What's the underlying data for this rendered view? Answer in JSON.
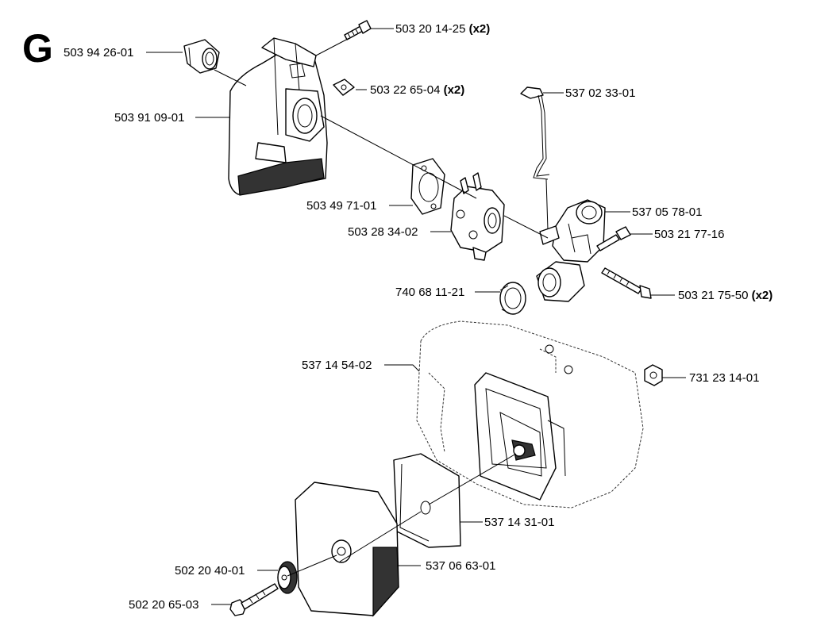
{
  "section_letter": "G",
  "labels": [
    {
      "id": "l1",
      "part_no": "503 94 26-01",
      "qty": ""
    },
    {
      "id": "l2",
      "part_no": "503 20 14-25",
      "qty": "(x2)"
    },
    {
      "id": "l3",
      "part_no": "503 22 65-04",
      "qty": "(x2)"
    },
    {
      "id": "l4",
      "part_no": "503 91 09-01",
      "qty": ""
    },
    {
      "id": "l5",
      "part_no": "537 02 33-01",
      "qty": ""
    },
    {
      "id": "l6",
      "part_no": "503 49 71-01",
      "qty": ""
    },
    {
      "id": "l7",
      "part_no": "537 05 78-01",
      "qty": ""
    },
    {
      "id": "l8",
      "part_no": "503 28 34-02",
      "qty": ""
    },
    {
      "id": "l9",
      "part_no": "503 21 77-16",
      "qty": ""
    },
    {
      "id": "l10",
      "part_no": "740 68 11-21",
      "qty": ""
    },
    {
      "id": "l11",
      "part_no": "503 21 75-50",
      "qty": "(x2)"
    },
    {
      "id": "l12",
      "part_no": "537 14 54-02",
      "qty": ""
    },
    {
      "id": "l13",
      "part_no": "731 23 14-01",
      "qty": ""
    },
    {
      "id": "l14",
      "part_no": "537 14 31-01",
      "qty": ""
    },
    {
      "id": "l15",
      "part_no": "502 20 40-01",
      "qty": ""
    },
    {
      "id": "l16",
      "part_no": "537 06 63-01",
      "qty": ""
    },
    {
      "id": "l17",
      "part_no": "502 20 65-03",
      "qty": ""
    }
  ]
}
